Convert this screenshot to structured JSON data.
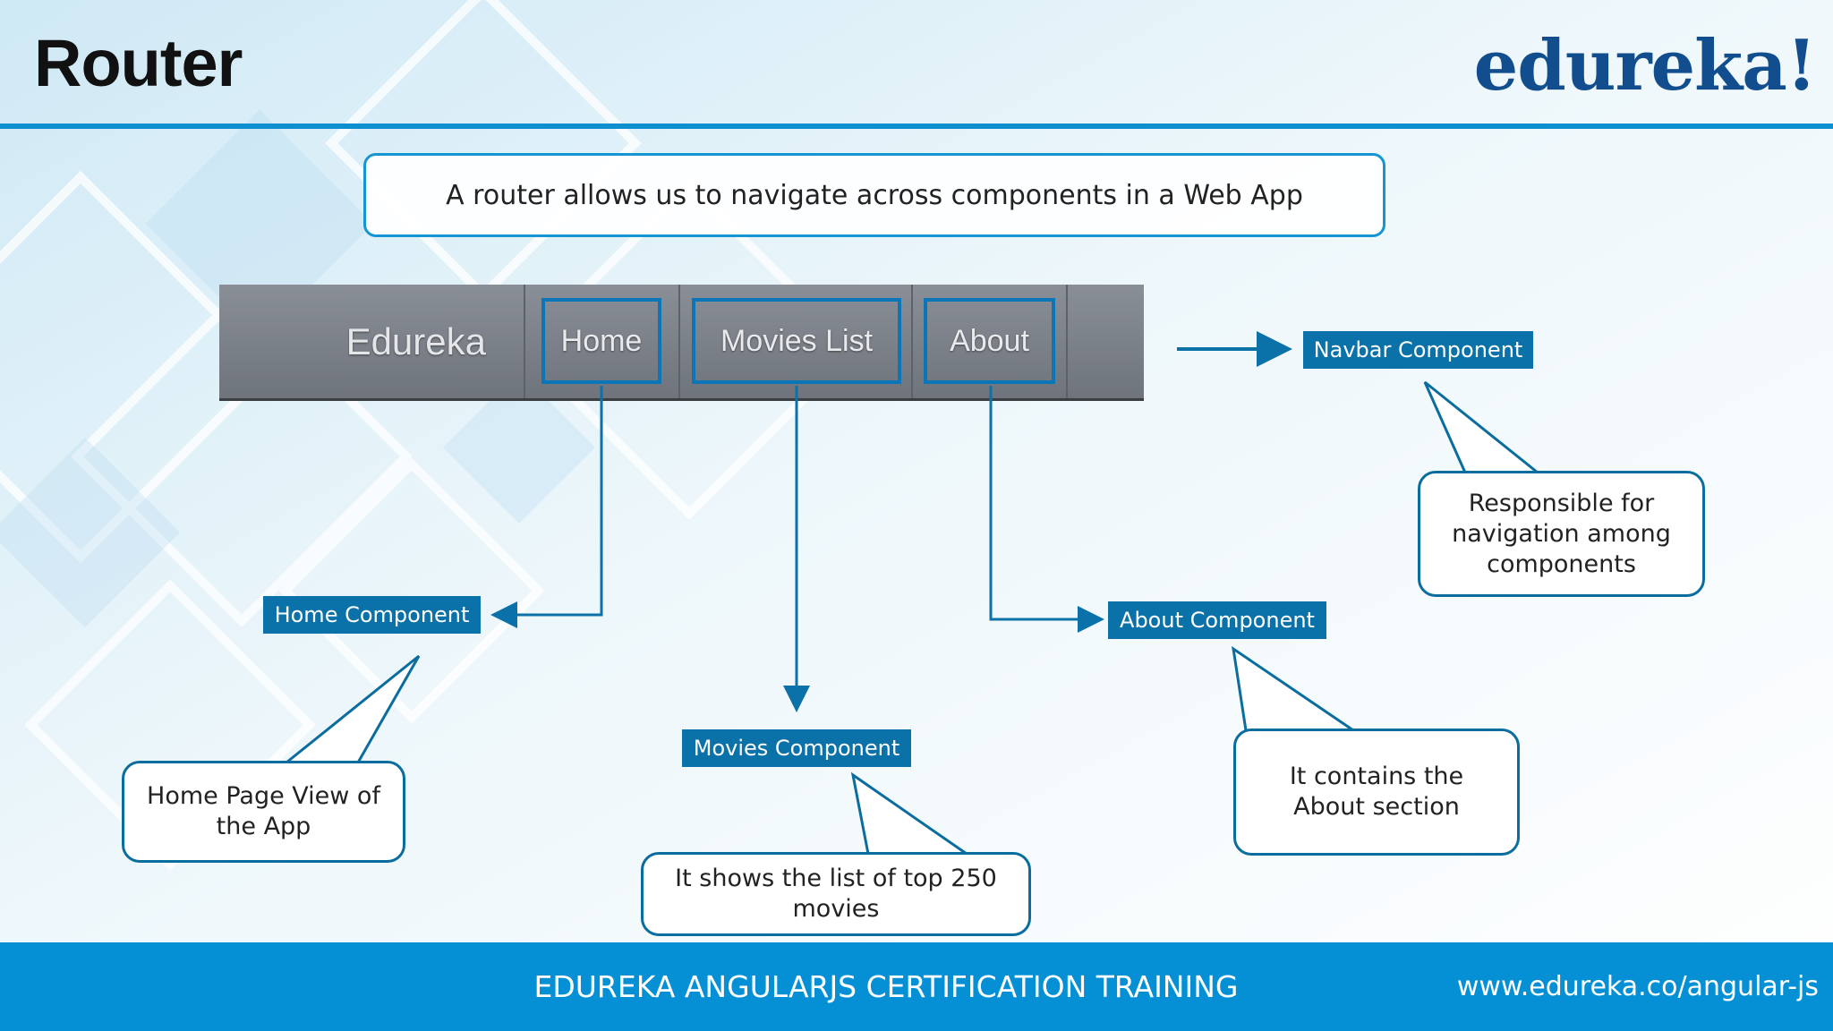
{
  "slide": {
    "title": "Router",
    "logo": "edureka!",
    "description": "A router allows us to navigate across components in a Web App"
  },
  "navbar": {
    "brand": "Edureka",
    "items": [
      {
        "label": "Home"
      },
      {
        "label": "Movies List"
      },
      {
        "label": "About"
      }
    ]
  },
  "components": {
    "navbar": {
      "label": "Navbar Component",
      "note": "Responsible for navigation among components"
    },
    "home": {
      "label": "Home Component",
      "note": "Home Page View of the App"
    },
    "movies": {
      "label": "Movies Component",
      "note": "It shows the list of top 250 movies"
    },
    "about": {
      "label": "About Component",
      "note": "It contains the About section"
    }
  },
  "footer": {
    "title": "EDUREKA ANGULARJS CERTIFICATION TRAINING",
    "url": "www.edureka.co/angular-js"
  },
  "colors": {
    "accent": "#0d8fd0",
    "label_fill": "#0a72a8",
    "logo": "#124e8e",
    "footer": "#0590d6"
  }
}
